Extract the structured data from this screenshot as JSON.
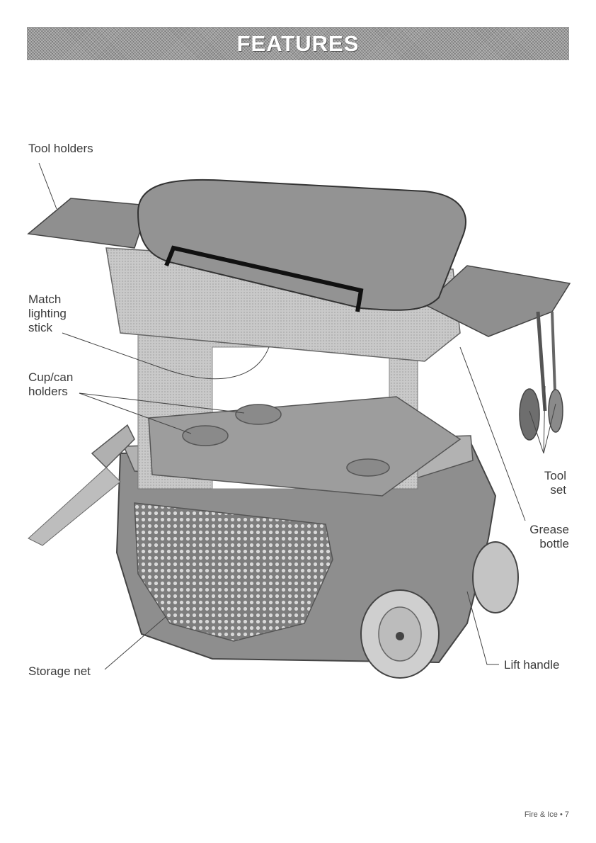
{
  "header": {
    "title": "FEATURES"
  },
  "labels": {
    "tool_holders": "Tool holders",
    "match_line1": "Match",
    "match_line2": "lighting",
    "match_line3": "stick",
    "cup_line1": "Cup/can",
    "cup_line2": "holders",
    "tool_set_line1": "Tool",
    "tool_set_line2": "set",
    "grease_line1": "Grease",
    "grease_line2": "bottle",
    "lift_handle": "Lift handle",
    "storage_net": "Storage net"
  },
  "footer": {
    "page_label": "Fire & Ice • 7"
  },
  "colors": {
    "banner": "#9a9a9a",
    "body_gray": "#8c8c8c",
    "cooler_gray": "#a9a9a9",
    "light_gray": "#cfcfcf"
  }
}
